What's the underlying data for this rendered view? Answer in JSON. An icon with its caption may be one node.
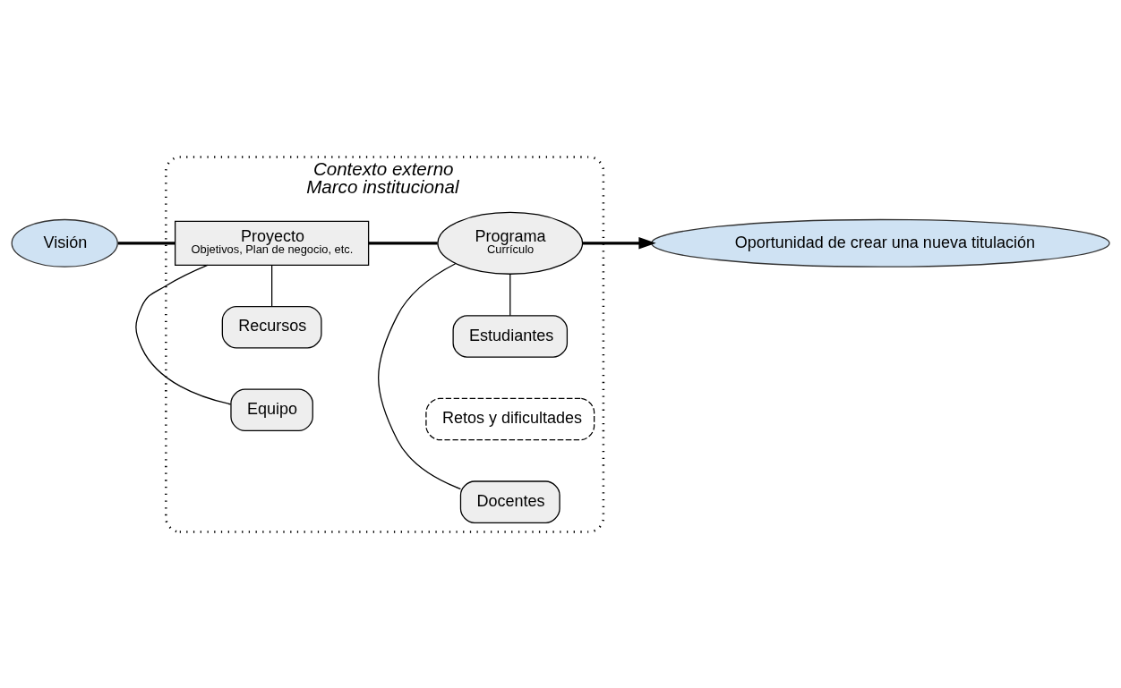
{
  "diagram": {
    "nodes": [
      {
        "text": [
          "Contexto externo",
          "Marco institucional"
        ]
      },
      {
        "text": [
          "Visión"
        ]
      },
      {
        "text": [
          "Recursos"
        ],
        "in": 0
      },
      {
        "text": [
          "Estudiantes"
        ],
        "in": 0
      },
      {
        "text": [
          "Retos y dificultades"
        ],
        "in": 0
      },
      {
        "text": [
          "Proyecto",
          "Objetivos, Plan de negocio, etc."
        ],
        "in": 0
      },
      {
        "text": [
          "Programa",
          "Currículo"
        ],
        "in": 0
      },
      {
        "text": [
          "Oportunidad de crear una nueva titulación"
        ]
      },
      {
        "text": [
          "Equipo"
        ],
        "in": 0
      },
      {
        "text": [
          "Docentes"
        ],
        "in": 0
      }
    ],
    "edges": [
      {
        "from": 1,
        "to": 5,
        "arrow": "none",
        "style": "thick"
      },
      {
        "from": 5,
        "to": 6,
        "arrow": "none",
        "style": "thick"
      },
      {
        "from": 6,
        "to": 7,
        "arrow": "to",
        "style": "thick"
      },
      {
        "from": 2,
        "to": 5,
        "arrow": "none"
      },
      {
        "from": 8,
        "to": 5,
        "arrow": "none"
      },
      {
        "from": 3,
        "to": 6,
        "arrow": "none"
      },
      {
        "from": 9,
        "to": 6,
        "arrow": "none"
      }
    ]
  }
}
